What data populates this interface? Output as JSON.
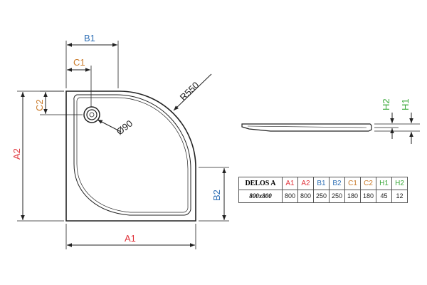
{
  "labels": {
    "b1": "B1",
    "c1": "C1",
    "c2": "C2",
    "a2": "A2",
    "a1": "A1",
    "b2": "B2",
    "r": "R550",
    "dia": "Ø90",
    "h1": "H1",
    "h2": "H2"
  },
  "colors": {
    "a": "#e0343c",
    "b": "#2e6fb5",
    "c": "#c97a2a",
    "h": "#3aa83a",
    "line": "#222222"
  },
  "table": {
    "model": "DELOS A",
    "variant": "800x800",
    "headers": [
      {
        "key": "A1",
        "color": "#e0343c"
      },
      {
        "key": "A2",
        "color": "#e0343c"
      },
      {
        "key": "B1",
        "color": "#2e6fb5"
      },
      {
        "key": "B2",
        "color": "#2e6fb5"
      },
      {
        "key": "C1",
        "color": "#c97a2a"
      },
      {
        "key": "C2",
        "color": "#c97a2a"
      },
      {
        "key": "H1",
        "color": "#3aa83a"
      },
      {
        "key": "H2",
        "color": "#3aa83a"
      }
    ],
    "values": [
      "800",
      "800",
      "250",
      "250",
      "180",
      "180",
      "45",
      "12"
    ]
  }
}
